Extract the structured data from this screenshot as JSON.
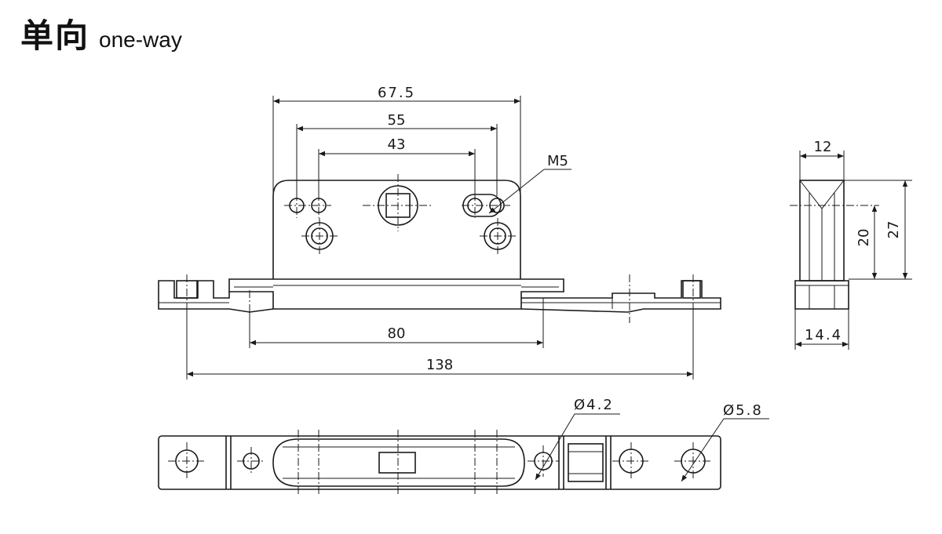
{
  "title": {
    "chinese": "单向",
    "english": "one-way"
  },
  "front_view": {
    "dims": {
      "plate_width": "67.5",
      "hole_span_outer": "55",
      "hole_span_inner": "43",
      "thread": "M5",
      "base_mount": "80",
      "overall_length": "138"
    }
  },
  "side_view": {
    "dims": {
      "top_width": "12",
      "height_inner": "20",
      "height_total": "27",
      "base_width": "14.4"
    }
  },
  "bottom_view": {
    "dims": {
      "small_hole": "Ø4.2",
      "large_hole": "Ø5.8"
    }
  }
}
